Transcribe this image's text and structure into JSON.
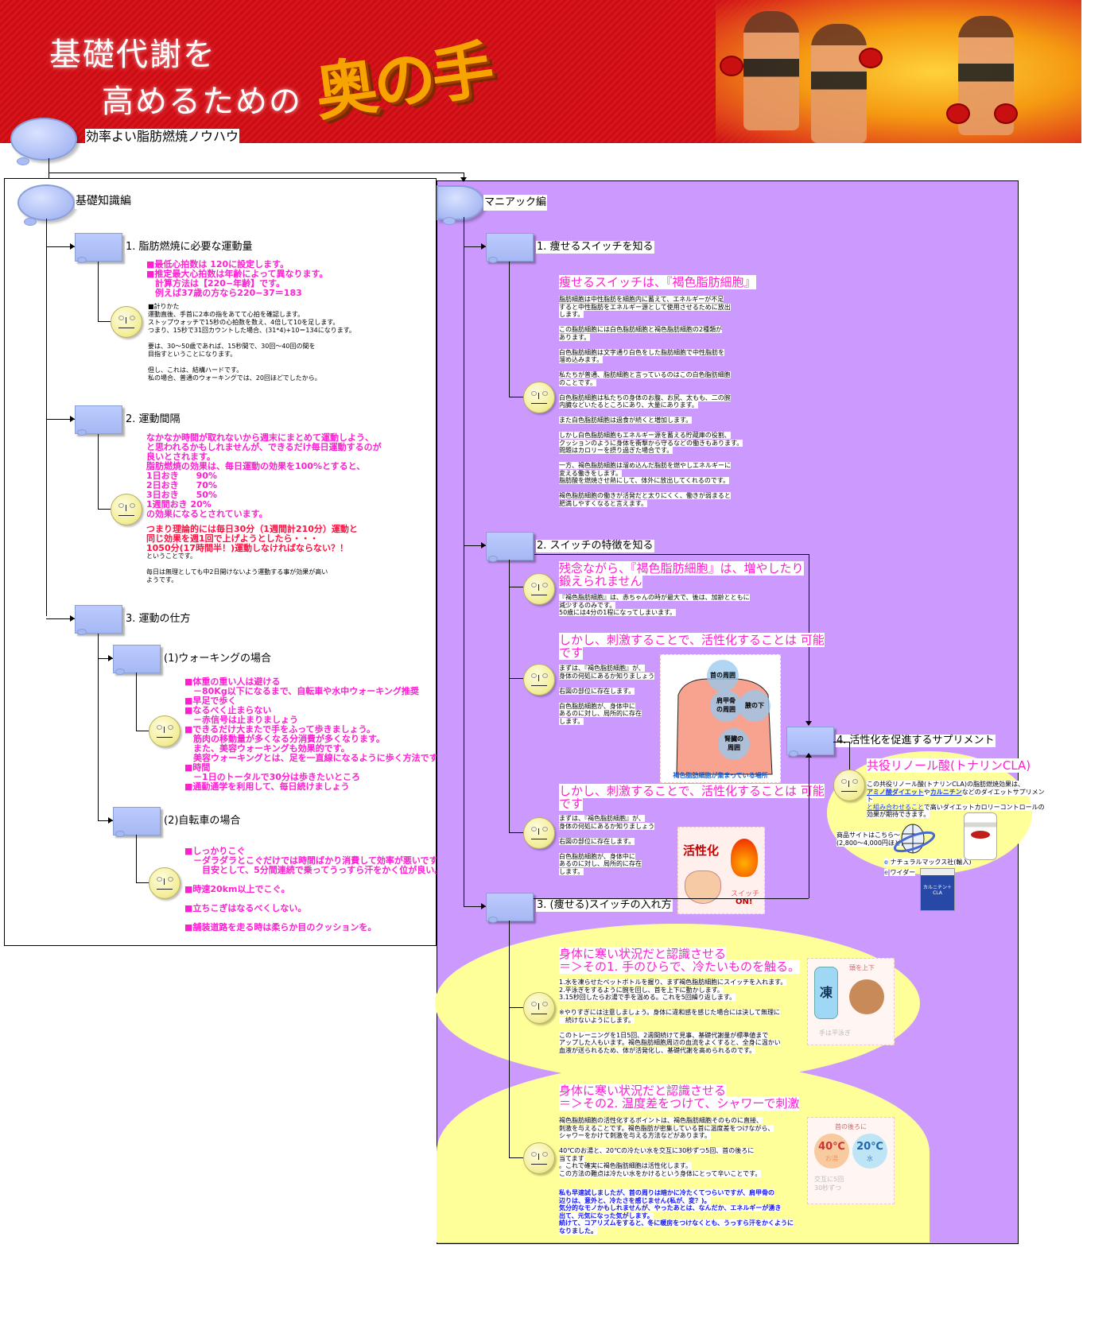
{
  "banner": {
    "line1": "基礎代謝を",
    "line2": "高めるための",
    "highlight": "奥の手"
  },
  "root": {
    "label": "効率よい脂肪燃焼ノウハウ"
  },
  "basics": {
    "title": "基礎知識編",
    "sections": [
      {
        "title": "1. 脂肪燃焼に必要な運動量",
        "pink_lines": [
          "■最低心拍数は 120に設定します。",
          "■推定最大心拍数は年齢によって異なります。",
          "　計算方法は【220−年齢】です。",
          "　例えば37歳の方なら220−37＝183"
        ],
        "notes": [
          "■計りかた",
          "運動直後、手首に2本の指をあてて心拍を確認します。",
          "ストップウォッチで15秒の心拍数を数え、4倍して10を足します。",
          "つまり、15秒で31回カウントした場合、(31*4)+10＝134になります。",
          "",
          "要は、30〜50歳であれば、15秒間で、30回〜40回の間を",
          "目指すということになります。",
          "",
          "但し、これは、結構ハードです。",
          "私の場合、普通のウォーキングでは、20回ほどでしたから。"
        ]
      },
      {
        "title": "2. 運動間隔",
        "pink_lines": [
          "なかなか時間が取れないから週末にまとめて運動しよう、",
          "と思われるかもしれませんが、できるだけ毎日運動するのが",
          "良いとされます。",
          "脂肪燃焼の効果は、毎日運動の効果を100%とすると、",
          "1日おき　　90%",
          "2日おき　　70%",
          "3日おき　　50%",
          "1週間おき 20%",
          "の効果になるとされています。"
        ],
        "red_lines": [
          "つまり理論的には毎日30分（1週間計210分）運動と",
          "同じ効果を週1回で上げようとしたら・・・",
          "1050分(17時間半！)運動しなければならない？！"
        ],
        "notes": [
          "ということです。",
          "",
          "毎日は無理としても中2日開けないよう運動する事が効果が高い",
          "ようです。"
        ]
      },
      {
        "title": "3. 運動の仕方",
        "children": [
          {
            "title": "(1)ウォーキングの場合",
            "pink_lines": [
              "■体重の重い人は避ける",
              "　－80Kg以下になるまで、自転車や水中ウォーキング推奨",
              "■早足で歩く",
              "■なるべく止まらない",
              "　－赤信号は止まりましょう",
              "■できるだけ大またで手をふって歩きましょう。",
              "　筋肉の移動量が多くなる分消費が多くなります。",
              "　また、美容ウォーキングも効果的です。",
              "　美容ウォーキングとは、足を一直線になるように歩く方法です。",
              "■時間",
              "　－1日のトータルで30分は歩きたいところ",
              "■通勤通学を利用して、毎日続けましょう"
            ]
          },
          {
            "title": "(2)自転車の場合",
            "pink_lines": [
              "■しっかりこぐ",
              "　－ダラダラとこぐだけでは時間ばかり消費して効率が悪いです。",
              "　　目安として、5分間連続で乗ってうっすら汗をかく位が良い。",
              "",
              "■時速20km以上でこぐ。",
              "",
              "■立ちこぎはなるべくしない。",
              "",
              "■舗装道路を走る時は柔らか目のクッションを。"
            ]
          }
        ]
      }
    ]
  },
  "maniac": {
    "title": "マニアック編",
    "s1": {
      "title": "1. 痩せるスイッチを知る",
      "heading": "痩せるスイッチは、『褐色脂肪細胞』",
      "body": [
        "脂肪細胞は中性脂肪を細胞内に蓄えて、エネルギーが不足",
        "すると中性脂肪をエネルギー源として使用させるために放出",
        "します。",
        "",
        "この脂肪細胞には白色脂肪細胞と褐色脂肪細胞の2種類が",
        "あります。",
        "",
        "白色脂肪細胞は文字通り白色をした脂肪細胞で中性脂肪を",
        "溜め込みます。",
        "",
        "私たちが普通、脂肪細胞と言っているのはこの白色脂肪細胞",
        "のことです。",
        "",
        "白色脂肪細胞は私たちの身体のお腹、お尻、太もも、二の腕",
        "内臓などいたるところにあり、大量にあります。",
        "",
        "また白色脂肪細胞は過食が続くと増加します。",
        "",
        "しかし白色脂肪細胞もエネルギー源を蓄える貯蔵庫の役割、",
        "クッションのように身体を衝撃から守るなどの働きもあります。",
        "問題はカロリーを摂り過ぎた場合です。",
        "",
        "一方、褐色脂肪細胞は溜め込んだ脂肪を燃やしエネルギーに",
        "変える働きをします。",
        "脂肪酸を燃焼させ熱にして、体外に放出してくれるのです。",
        "",
        "褐色脂肪細胞の働きが活発だと太りにくく、働きが弱まると",
        "肥満しやすくなると言えます。"
      ]
    },
    "s2": {
      "title": "2. スイッチの特徴を知る",
      "a_heading": "残念ながら、『褐色脂肪細胞』は、増やしたり\n鍛えられません",
      "a_body": [
        "『褐色脂肪細胞』は、赤ちゃんの時が最大で、後は、加齢とともに",
        "減少するのみです。",
        "50歳には4分の1程になってしまいます。"
      ],
      "b_heading": "しかし、刺激することで、活性化することは 可能\nです",
      "b_body": [
        "まずは、『褐色脂肪細胞』が、",
        "身体の何処にあるか知りましょう",
        "",
        "右図の部位に存在します。",
        "",
        "白色脂肪細胞が、身体中に",
        "あるのに対し、局所的に存在",
        "します。"
      ],
      "body_figure": {
        "labels": [
          "首の周囲",
          "肩甲骨\nの周囲",
          "腋の下",
          "腎臓の\n周囲"
        ],
        "caption": "褐色脂肪細胞が集まっている場所"
      },
      "c_heading": "しかし、刺激することで、活性化することは 可能\nです",
      "c_body": [
        "まずは、『褐色脂肪細胞』が、",
        "身体の何処にあるか知りましょう",
        "",
        "右図の部位に存在します。",
        "",
        "白色脂肪細胞が、身体中に",
        "あるのに対し、局所的に存在",
        "します。"
      ],
      "switch_figure": {
        "title": "活性化",
        "sub": "スイッチ",
        "on": "ON!"
      }
    },
    "s3": {
      "title": "3. (痩せる)スイッチの入れ方",
      "m1_heading": "身体に寒い状況だと認識させる\n＝＞その1. 手のひらで、冷たいものを触る。",
      "m1_body": [
        "1.水を凍らせたペットボトルを握り、まず褐色脂肪細胞にスイッチを入れます。",
        "2.平泳ぎをするように腕を回し、首を上下に動かします。",
        "3.15秒回したらお湯で手を温める。これを5回繰り返します。",
        "",
        "※やりすぎには注意しましょう。身体に違和感を感じた場合には決して無理に",
        "　続けないようにします。",
        "",
        "このトレーニングを1日5回、2週間続けて見事、基礎代謝量が標準値まで",
        "アップした人もいます。褐色脂肪細胞周辺の血流をよくすると、全身に温かい",
        "血液が送られるため、体が活発化し、基礎代謝を高められるのです。"
      ],
      "m1_figure": {
        "bottle": "凍",
        "top": "頭を上下",
        "bottom": "手は平泳ぎ"
      },
      "m2_heading": "身体に寒い状況だと認識させる\n＝＞その2. 温度差をつけて、シャワーで刺激",
      "m2_body": [
        "褐色脂肪細胞の活性化するポイントは、褐色脂肪細胞そのものに直接、",
        "刺激を与えることです。褐色脂肪が密集している首に温度差をつけながら、",
        "シャワーをかけて刺激を与える方法などがあります。",
        "",
        "40℃のお湯と、20℃の冷たい水を交互に30秒ずつ5回、首の後ろに",
        "当てます",
        "。これで確実に褐色脂肪細胞は活性化します。",
        "この方法の難点は冷たい水をかけるという身体にとって辛いことです。"
      ],
      "m2_blue": [
        "私も早速試しましたが、首の周りは暗かに冷たくてつらいですが、肩甲骨の",
        "辺りは、意外と、冷たさを感じません(私が、変？)。",
        "気分的なモノかもしれませんが、やったあとは、なんだか、エネルギーが湧き",
        "出て、元気になった気がします。",
        "続けて、コアリズムをすると、冬に暖房をつけなくとも、うっすら汗をかくように",
        "なりました。"
      ],
      "m2_figure": {
        "top": "首の後ろに",
        "hot": "40℃",
        "hot_sub": "お湯",
        "cold": "20℃",
        "cold_sub": "水",
        "bottom": "交互に5回\n30秒ずつ"
      }
    },
    "s4": {
      "title": "4. 活性化を促進するサプリメント",
      "heading": "共役リノール酸(トナリンCLA)",
      "body_pre": "この共役リノール酸(トナリンCLA)の脂肪燃焼効果は、",
      "link1": "アミノ酸ダイエット",
      "mid1": "や",
      "link2": "カルニチン",
      "mid2": "などのダイエットサプリメント",
      "link3": "と組み合わせること",
      "mid3": "で高いダイエットカロリーコントロールの",
      "tail": "効果が期待できます。",
      "shop_label": "商品サイトはこちら〜",
      "price": "(2,800〜4,000円ほど)",
      "links": [
        "ナチュラルマックス社(輸入)",
        "ワイダー"
      ],
      "product_label": "カルニチン＋CLA"
    }
  }
}
